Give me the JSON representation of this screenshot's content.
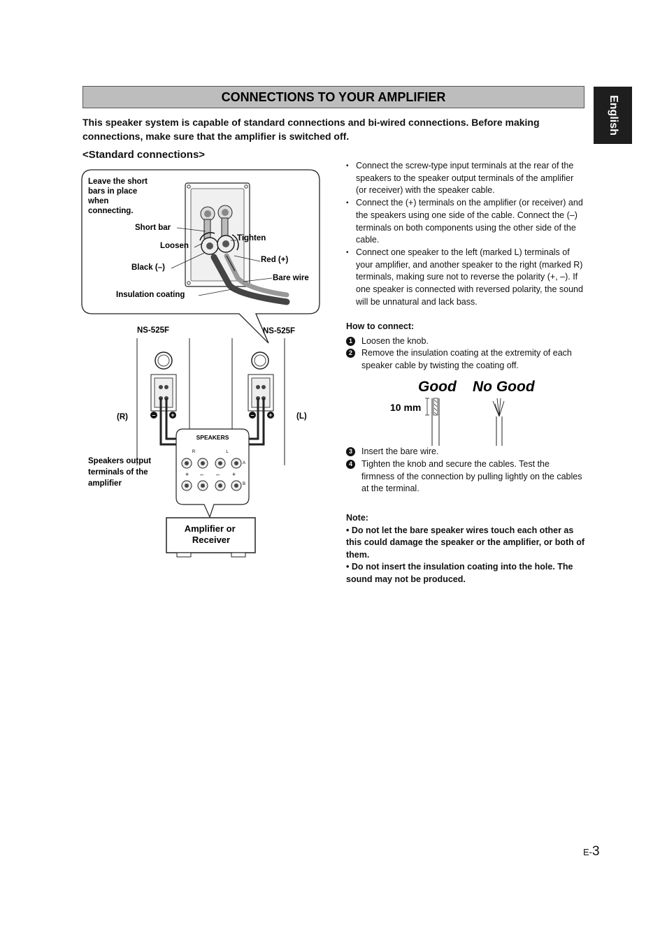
{
  "side_tab": "English",
  "title": "CONNECTIONS TO YOUR AMPLIFIER",
  "intro": "This speaker system is capable of standard connections and bi-wired connections. Before making connections, make sure that the amplifier is switched off.",
  "subhead": "<Standard connections>",
  "diagram": {
    "callout_note_lines": [
      "Leave the short",
      "bars in place",
      "when",
      "connecting."
    ],
    "short_bar": "Short bar",
    "loosen": "Loosen",
    "tighten": "Tighten",
    "black": "Black (–)",
    "red": "Red (+)",
    "bare_wire": "Bare wire",
    "insulation": "Insulation coating",
    "model_left": "NS-525F",
    "model_right": "NS-525F",
    "side_r": "(R)",
    "side_l": "(L)",
    "speakers_label": "SPEAKERS",
    "terminal_r": "R",
    "terminal_l": "L",
    "terminal_a": "A",
    "terminal_b": "B",
    "plus": "+",
    "minus": "–",
    "output_terminals_lines": [
      "Speakers output",
      "terminals of the",
      "amplifier"
    ],
    "amp_lines": [
      "Amplifier or",
      "Receiver"
    ]
  },
  "bullets": [
    "Connect the screw-type input terminals at the rear of the speakers to the speaker output terminals of the amplifier (or receiver) with the speaker cable.",
    "Connect the (+) terminals on the amplifier (or receiver) and the speakers using one side of the cable. Connect the (–) terminals on both components using the other side of the cable.",
    "Connect one speaker to the left (marked L) terminals of your amplifier, and another speaker to the right (marked R) terminals, making sure not to reverse the polarity (+, –). If one speaker is connected with reversed polarity, the sound will be unnatural and lack bass."
  ],
  "how_to_connect": "How to connect:",
  "steps": [
    {
      "num": "1",
      "text": "Loosen the knob."
    },
    {
      "num": "2",
      "text": "Remove the insulation coating at the extremity of each speaker cable by twisting the coating off."
    },
    {
      "num": "3",
      "text": "Insert the bare wire."
    },
    {
      "num": "4",
      "text": "Tighten the knob and secure the cables. Test the firmness of the connection by pulling lightly on the cables at the terminal."
    }
  ],
  "wire_figure": {
    "good": "Good",
    "no_good": "No Good",
    "length": "10 mm"
  },
  "note": {
    "heading": "Note:",
    "items": [
      "• Do not let the bare speaker wires touch each other as this could damage the speaker or the amplifier, or both of them.",
      "• Do not insert the insulation coating into the hole. The sound may not be produced."
    ]
  },
  "page_prefix": "E-",
  "page_number": "3"
}
